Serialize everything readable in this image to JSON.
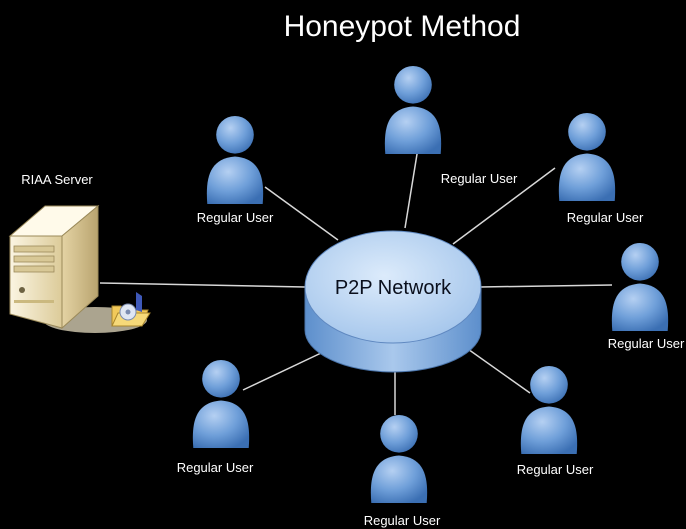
{
  "title": "Honeypot Method",
  "server": {
    "label": "RIAA Server"
  },
  "hub": {
    "label": "P2P Network"
  },
  "users": [
    {
      "label": "Regular User"
    },
    {
      "label": "Regular User"
    },
    {
      "label": "Regular User"
    },
    {
      "label": "Regular User"
    },
    {
      "label": "Regular User"
    },
    {
      "label": "Regular User"
    },
    {
      "label": "Regular User"
    }
  ],
  "colors": {
    "background": "#000000",
    "user_blue": "#6e9fd9",
    "hub_top": "#b9d3ef",
    "hub_side": "#7fa9dc",
    "link_line": "#d8d8d8",
    "server_beige": "#efe3c0"
  },
  "icons": {
    "user": "person-icon",
    "server": "server-icon",
    "folder": "folder-icon"
  }
}
